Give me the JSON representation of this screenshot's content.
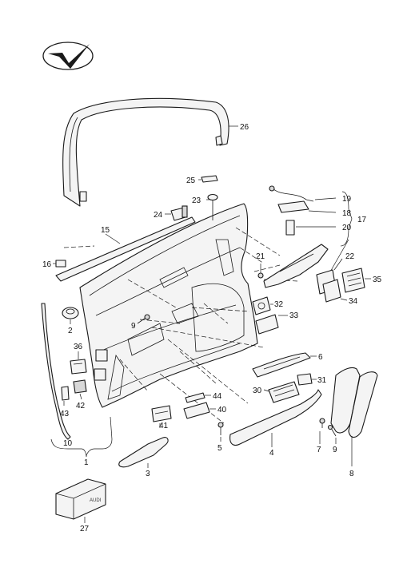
{
  "callouts": {
    "c1": "1",
    "c2": "2",
    "c3": "3",
    "c4": "4",
    "c5": "5",
    "c6": "6",
    "c7": "7",
    "c8": "8",
    "c9a": "9",
    "c9b": "9",
    "c10": "10",
    "c15": "15",
    "c16": "16",
    "c17": "17",
    "c18": "18",
    "c19": "19",
    "c20": "20",
    "c21": "21",
    "c22": "22",
    "c23": "23",
    "c24": "24",
    "c25": "25",
    "c26": "26",
    "c27": "27",
    "c30": "30",
    "c31": "31",
    "c32": "32",
    "c33": "33",
    "c34": "34",
    "c35": "35",
    "c36": "36",
    "c40": "40",
    "c41": "41",
    "c42": "42",
    "c43": "43",
    "c44": "44"
  }
}
